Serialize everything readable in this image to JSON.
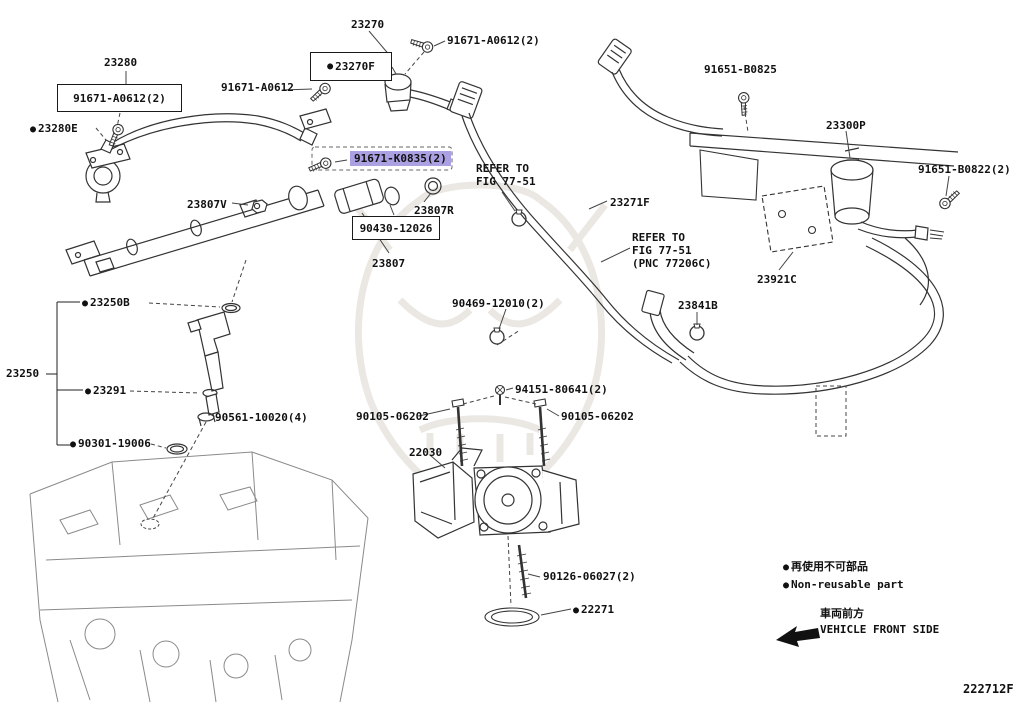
{
  "meta": {
    "diagram_code": "222712F",
    "highlight_color": "#aba1e2",
    "line_color": "#333333",
    "marks": {
      "bullet": "●"
    }
  },
  "labels": [
    {
      "text": "23280"
    },
    {
      "text": "91671-A0612(2)",
      "boxed": true
    },
    {
      "text": "23280E",
      "bullet": true
    },
    {
      "text": "91671-A0612"
    },
    {
      "text": "23270"
    },
    {
      "text": "23270F",
      "bullet": true,
      "boxed": true
    },
    {
      "text": "91671-A0612(2)"
    },
    {
      "text": "91671-K0835(2)",
      "highlight": true
    },
    {
      "text": "23807V"
    },
    {
      "text": "23807R"
    },
    {
      "text": "90430-12026",
      "boxed": true
    },
    {
      "text": "23807"
    },
    {
      "text": "23271F"
    },
    {
      "text": "91651-B0825"
    },
    {
      "text": "23300P"
    },
    {
      "text": "91651-B0822(2)"
    },
    {
      "text": "23921C"
    },
    {
      "text": "23841B"
    },
    {
      "text": "90469-12010(2)"
    },
    {
      "text": "23250B",
      "bullet": true
    },
    {
      "text": "23250"
    },
    {
      "text": "23291",
      "bullet": true
    },
    {
      "text": "90561-10020(4)"
    },
    {
      "text": "90301-19006",
      "bullet": true
    },
    {
      "text": "94151-80641(2)"
    },
    {
      "text": "90105-06202"
    },
    {
      "text": "90105-06202"
    },
    {
      "text": "22030"
    },
    {
      "text": "90126-06027(2)"
    },
    {
      "text": "22271",
      "bullet": true
    }
  ],
  "notes": [
    {
      "line1": "REFER TO",
      "line2": "FIG 77-51"
    },
    {
      "line1": "REFER TO",
      "line2": "FIG 77-51",
      "line3": "(PNC 77206C)"
    }
  ],
  "legend": {
    "nonreusable_jp": "再使用不可部品",
    "nonreusable_en": "Non-reusable part",
    "front_jp": "車両前方",
    "front_en": "VEHICLE FRONT SIDE"
  }
}
